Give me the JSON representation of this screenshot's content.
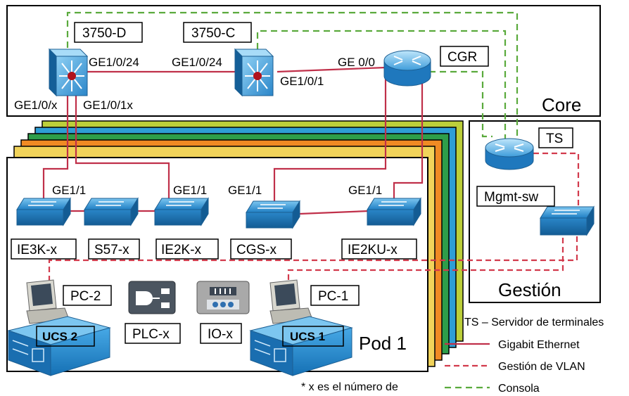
{
  "core": {
    "title": "Core",
    "switch_a_name": "3750-D",
    "switch_b_name": "3750-C",
    "router_name": "CGR",
    "port_a_uplink": "GE1/0/24",
    "port_b_uplink": "GE1/0/24",
    "port_b_router": "GE1/0/1",
    "port_router": "GE 0/0",
    "port_a_down_1": "GE1/0/x",
    "port_a_down_2": "GE1/0/1x"
  },
  "management": {
    "title": "Gestión",
    "terminal_server": "TS",
    "mgmt_switch": "Mgmt-sw"
  },
  "pod": {
    "title": "Pod 1",
    "ports": [
      "GE1/1",
      "GE1/1",
      "GE1/1",
      "GE1/1"
    ],
    "switches": [
      "IE3K-x",
      "S57-x",
      "IE2K-x",
      "CGS-x",
      "IE2KU-x"
    ],
    "pc_left": "PC-2",
    "pc_right": "PC-1",
    "server_left": "UCS 2",
    "server_right": "UCS 1",
    "plc": "PLC-x",
    "io": "IO-x",
    "footnote": "* x es el número de"
  },
  "legend": {
    "ts_definition": "TS – Servidor de terminales",
    "gigabit": "Gigabit Ethernet",
    "vlan": "Gestión de VLAN",
    "console": "Consola"
  },
  "colors": {
    "gigabit": "#c0304a",
    "vlan": "#d23a4c",
    "console": "#5aaa3c",
    "device_blue": "#2f8fd0",
    "pod_stack": [
      "#bccf3a",
      "#2e9ed6",
      "#2e9e4a",
      "#f08a24",
      "#f1d35a"
    ]
  }
}
